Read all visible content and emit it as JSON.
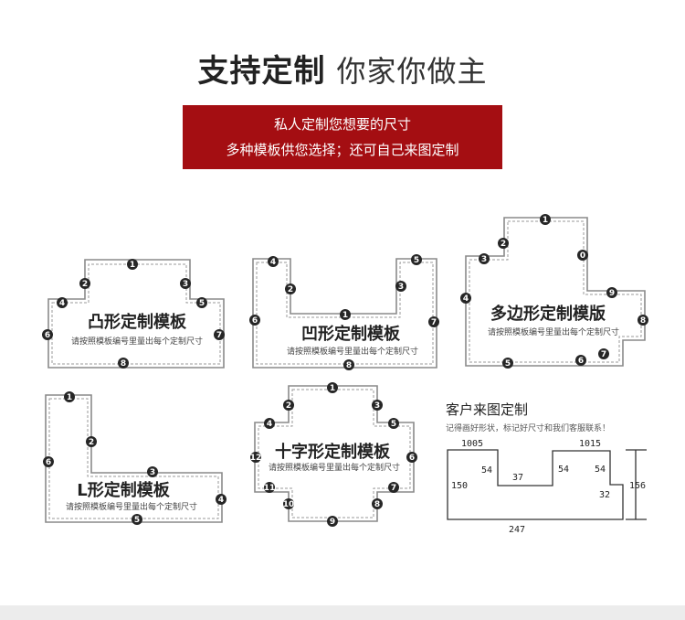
{
  "header": {
    "title_main": "支持定制",
    "title_sub": "你家你做主"
  },
  "banner": {
    "line1": "私人定制您想要的尺寸",
    "line2": "多种模板供您选择；还可自己来图定制"
  },
  "templates": [
    {
      "title": "凸形定制模板",
      "note": "请按照模板编号里量出每个定制尺寸"
    },
    {
      "title": "凹形定制模板",
      "note": "请按照模板编号里量出每个定制尺寸"
    },
    {
      "title": "多边形定制模版",
      "note": "请按照模板编号里量出每个定制尺寸"
    },
    {
      "title": "L形定制模板",
      "note": "请按照模板编号里量出每个定制尺寸"
    },
    {
      "title": "十字形定制模板",
      "note": "请按照模板编号里量出每个定制尺寸"
    }
  ],
  "custom": {
    "title": "客户来图定制",
    "note": "记得画好形状，标记好尺寸和我们客服联系！",
    "dims": [
      "1005",
      "1015",
      "54",
      "54",
      "54",
      "37",
      "150",
      "32",
      "156",
      "247"
    ]
  }
}
